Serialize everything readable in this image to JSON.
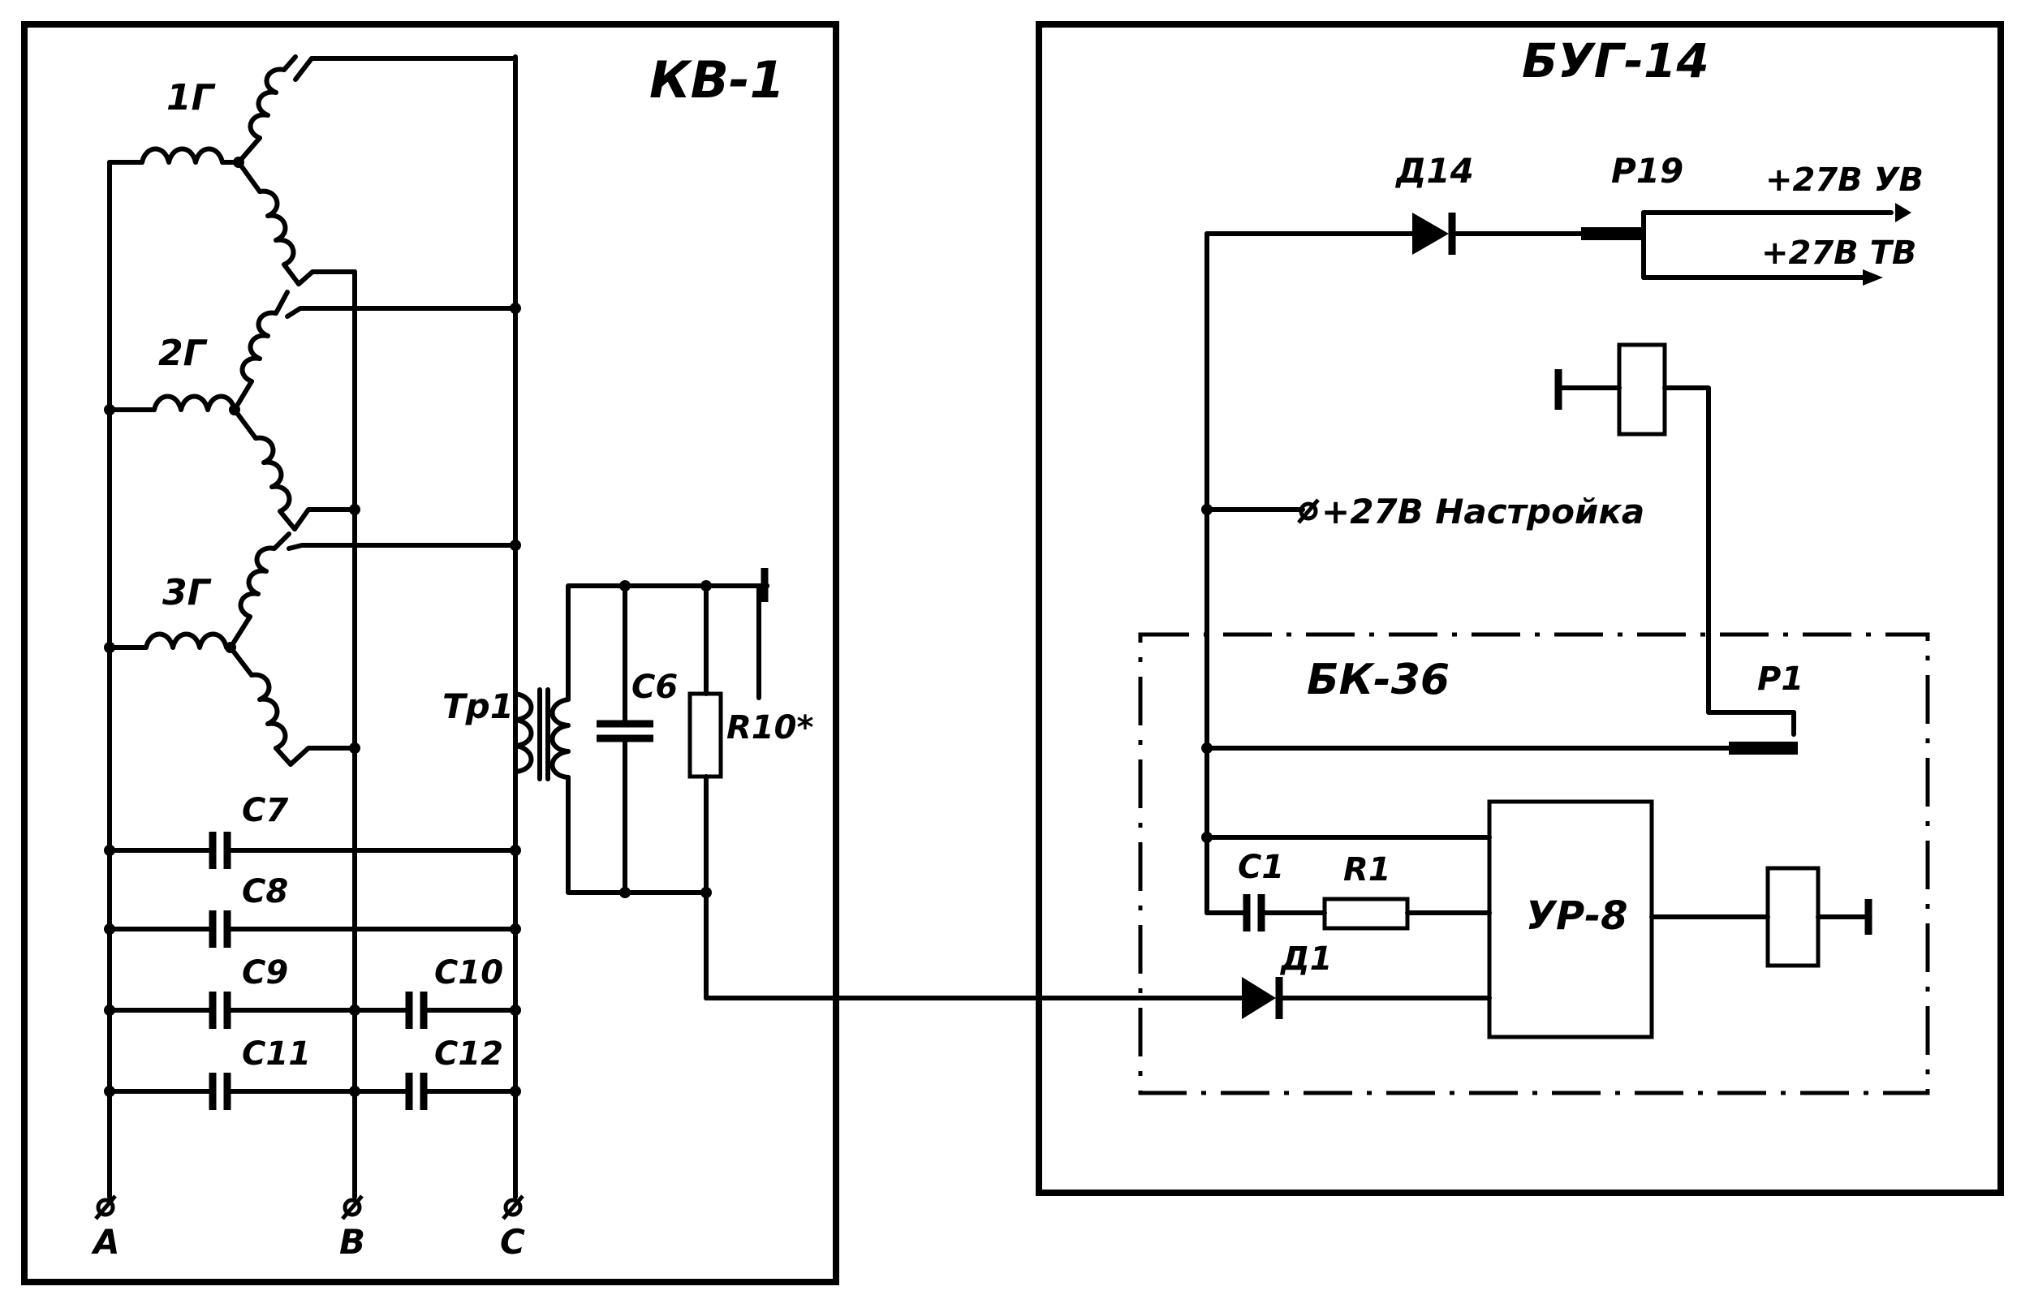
{
  "blocks": {
    "kv1": "КВ-1",
    "bug14": "БУГ-14",
    "bk36": "БК-36",
    "ur8": "УР-8"
  },
  "generators": [
    "1Г",
    "2Г",
    "3Г"
  ],
  "terminals": [
    "A",
    "B",
    "C"
  ],
  "components": {
    "tr1": "Тр1",
    "c6": "С6",
    "r10": "R10*",
    "c7": "С7",
    "c8": "С8",
    "c9": "С9",
    "c10": "С10",
    "c11": "С11",
    "c12": "С12",
    "d14": "Д14",
    "p19": "Р19",
    "p1": "Р1",
    "c1": "С1",
    "r1": "R1",
    "d1": "Д1"
  },
  "outputs": {
    "uv": "+27В УВ",
    "tv": "+27В ТВ",
    "tuning": "+27В Настройка"
  }
}
